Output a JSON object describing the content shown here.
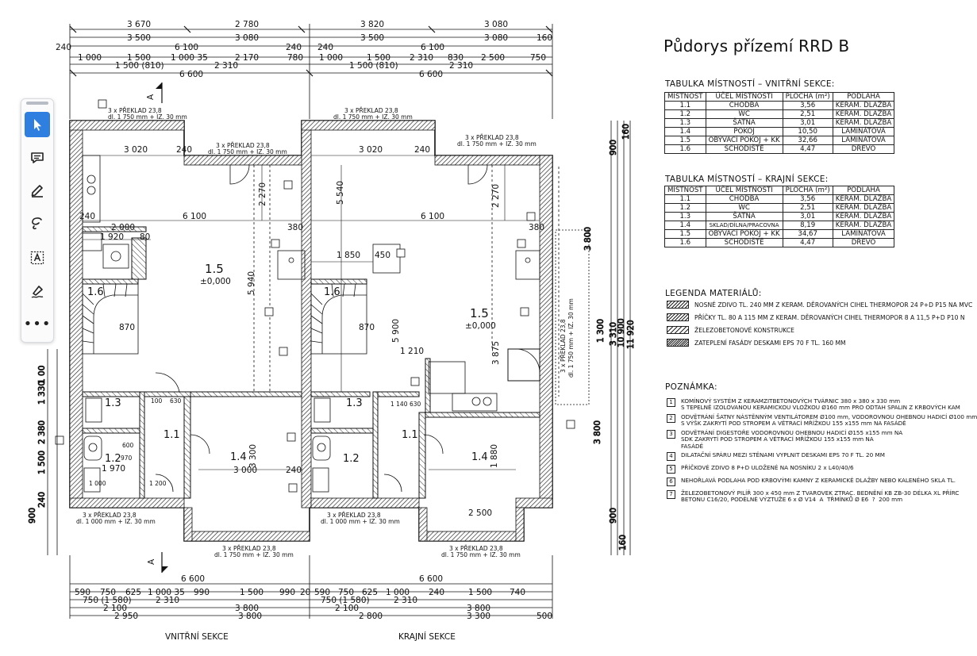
{
  "title": "Půdorys přízemí RRD B",
  "internal_table": {
    "heading": "TABULKA MÍSTNOSTÍ – VNITŘNÍ SEKCE:",
    "columns": [
      "MÍSTNOST",
      "ÚČEL MÍSTNOSTI",
      "PLOCHA (m²)",
      "PODLAHA"
    ],
    "rows": [
      [
        "1.1",
        "CHODBA",
        "3,56",
        "KERAM. DLAŽBA"
      ],
      [
        "1.2",
        "WC",
        "2,51",
        "KERAM. DLAŽBA"
      ],
      [
        "1.3",
        "ŠATNA",
        "3,01",
        "KERAM. DLAŽBA"
      ],
      [
        "1.4",
        "POKOJ",
        "10,50",
        "LAMINÁTOVÁ"
      ],
      [
        "1.5",
        "OBÝVACÍ POKOJ + KK",
        "32,66",
        "LAMINÁTOVÁ"
      ],
      [
        "1.6",
        "SCHODIŠTĚ",
        "4,47",
        "DŘEVO"
      ]
    ]
  },
  "external_table": {
    "heading": "TABULKA MÍSTNOSTÍ – KRAJNÍ SEKCE:",
    "columns": [
      "MÍSTNOST",
      "ÚČEL MÍSTNOSTI",
      "PLOCHA (m²)",
      "PODLAHA"
    ],
    "rows": [
      [
        "1.1",
        "CHODBA",
        "3,56",
        "KERAM. DLAŽBA"
      ],
      [
        "1.2",
        "WC",
        "2,51",
        "KERAM. DLAŽBA"
      ],
      [
        "1.3",
        "ŠATNA",
        "3,01",
        "KERAM. DLAŽBA"
      ],
      [
        "1.4",
        "SKLAD/DÍLNA/PRACOVNA",
        "8,19",
        "KERAM. DLAŽBA"
      ],
      [
        "1.5",
        "OBÝVACÍ POKOJ + KK",
        "34,67",
        "LAMINÁTOVÁ"
      ],
      [
        "1.6",
        "SCHODIŠTĚ",
        "4,47",
        "DŘEVO"
      ]
    ]
  },
  "legend": {
    "heading": "LEGENDA MATERIÁLŮ:",
    "items": [
      "NOSNÉ ZDIVO TL. 240 MM Z KERAM. DĚROVANÝCH CIHEL THERMOPOR 24 P+D P15 NA MVC",
      "PŘÍČKY TL. 80 A 115 MM Z KERAM. DĚROVANÝCH CIHEL THERMOPOR 8 A 11,5 P+D P10 N",
      "ŽELEZOBETONOVÉ KONSTRUKCE",
      "ZATEPLENÍ FASÁDY DESKAMI EPS 70 F TL. 160 MM"
    ]
  },
  "notes": {
    "heading": "POZNÁMKA:",
    "items": [
      {
        "num": "1",
        "text": "KOMÍNOVÝ SYSTÉM Z KERAMZITBETONOVÝCH TVÁRNIC 380 x 380 x 330 mm\nS TEPELNĚ IZOLOVANOU KERAMICKOU VLOŽKOU Ø160 mm PRO ODTAH SPALIN Z KRBOVÝCH KAM"
      },
      {
        "num": "2",
        "text": "ODVĚTRÁNÍ ŠATNY NÁSTĚNNÝM VENTILÁTOREM Ø100 mm, VODOROVNOU OHEBNOU HADICÍ Ø100 mm\nS VÝŠK ZAKRYTÍ POD STROPEM A VĚTRACÍ MŘÍŽKOU 155 x155 mm NA FASÁDĚ"
      },
      {
        "num": "3",
        "text": "ODVĚTRÁNÍ DIGESTOŘE VODOROVNOU OHEBNOU HADICÍ Ø155 x155 mm NA\nSDK ZAKRYTÍ POD STROPEM A VĚTRACÍ MŘÍŽKOU 155 x155 mm NA\nFASÁDĚ"
      },
      {
        "num": "4",
        "text": "DILATAČNÍ SPÁRU MEZI STĚNAMI VYPLNIT DESKAMI EPS 70 F TL. 20 MM"
      },
      {
        "num": "5",
        "text": "PŘÍČKOVÉ ZDIVO 8 P+D ULOŽENÉ NA NOSNÍKU 2 x L40/40/6"
      },
      {
        "num": "6",
        "text": "NEHOŘLAVÁ PODLAHA POD KRBOVÝMI KAMNY Z KERAMICKÉ DLAŽBY NEBO KALENÉHO SKLA TL."
      },
      {
        "num": "7",
        "text": "ŽELEZOBETONOVÝ PILÍŘ 300 x 450 mm Z TVAROVEK ZTRAC. BEDNĚNÍ KB ZB-30 DÉLKA XL PŘÍRC\nBETONU C16/20, PODÉLNÉ VÝZTUŽE 6 x Ø V14  A  TŘMÍNKŮ Ø E6  ?  200 mm"
      }
    ]
  },
  "plan": {
    "top_dims_1": [
      "3 670",
      "2 780",
      "3 820",
      "3 080"
    ],
    "top_dims_2": [
      "3 500",
      "3 080",
      "3 500",
      "3 080",
      "160"
    ],
    "top_dims_3": [
      "6 100",
      "6 100",
      "240",
      "240",
      "240"
    ],
    "top_dims_4": [
      "1 000",
      "1 500",
      "1 000 35",
      "2 170",
      "780",
      "1 000",
      "1 500",
      "2 310",
      "830",
      "2 500",
      "750"
    ],
    "top_dims_5": [
      "1 500 (810)",
      "2 310",
      "1 500 (810)",
      "2 310"
    ],
    "top_total": [
      "6 600",
      "6 600"
    ],
    "section_mark": "A",
    "lintels": {
      "top": "3 x PŘEKLAD 23,8",
      "top_sub": "dl. 1 750 mm + IZ. 30 mm",
      "bottom_left": "3 x PŘEKLAD 23,8",
      "bottom_sub": "dl. 1 000 mm + IZ. 30 mm",
      "vertical": "3 x PŘEKLAD 23,8",
      "vertical_sub": "dl. 1 750 mm + IZ. 30 mm"
    },
    "inner_dims": [
      "3 020",
      "240",
      "6 100",
      "2 000",
      "1 920",
      "80",
      "240",
      "2 270",
      "5 540",
      "5 940",
      "1 850",
      "450",
      "380",
      "3 020",
      "240",
      "6 100",
      "2 270",
      "380",
      "5 900",
      "3 875",
      "1 210",
      "870",
      "870",
      "3 000",
      "240",
      "2 500",
      "3 300",
      "1 880",
      "600",
      "970",
      "1 970",
      "1 000",
      "1 200",
      "100",
      "630",
      "1 140",
      "630"
    ],
    "rooms_left": [
      {
        "id": "1.5",
        "sub": "±0,000"
      },
      {
        "id": "1.6",
        "sub": ""
      },
      {
        "id": "1.3",
        "sub": ""
      },
      {
        "id": "1.1",
        "sub": ""
      },
      {
        "id": "1.2",
        "sub": ""
      },
      {
        "id": "1.4",
        "sub": ""
      }
    ],
    "rooms_right": [
      {
        "id": "1.5",
        "sub": "±0,000"
      },
      {
        "id": "1.6",
        "sub": ""
      },
      {
        "id": "1.3",
        "sub": ""
      },
      {
        "id": "1.1",
        "sub": ""
      },
      {
        "id": "1.2",
        "sub": ""
      },
      {
        "id": "1.4",
        "sub": ""
      }
    ],
    "right_dims": [
      "900",
      "160",
      "3 800",
      "1 300",
      "3 310",
      "10 900",
      "11 920",
      "3 800",
      "900",
      "160"
    ],
    "left_dims": [
      "1 00",
      "1 330",
      "2 380",
      "1 500",
      "240",
      "900"
    ],
    "bottom_dims_1": [
      "6 600",
      "6 600"
    ],
    "bottom_dims_2": [
      "590",
      "750",
      "625",
      "1 000 35",
      "990",
      "1 500",
      "990",
      "20",
      "590",
      "750",
      "625",
      "1 000",
      "240",
      "1 500",
      "740"
    ],
    "bottom_dims_3": [
      "750 (1 580)",
      "2 310",
      "750 (1 580)",
      "2 310"
    ],
    "bottom_dims_4": [
      "2 100",
      "3 800",
      "2 100",
      "3 800"
    ],
    "bottom_dims_5": [
      "2 950",
      "3 800",
      "2 800",
      "3 300",
      "500"
    ],
    "section_labels": [
      "VNITŘNÍ SEKCE",
      "KRAJNÍ SEKCE"
    ]
  },
  "toolbar": {
    "tools": [
      "select-tool",
      "comment-tool",
      "pen-tool",
      "lasso-tool",
      "text-tool",
      "sign-tool",
      "more-tool"
    ]
  }
}
